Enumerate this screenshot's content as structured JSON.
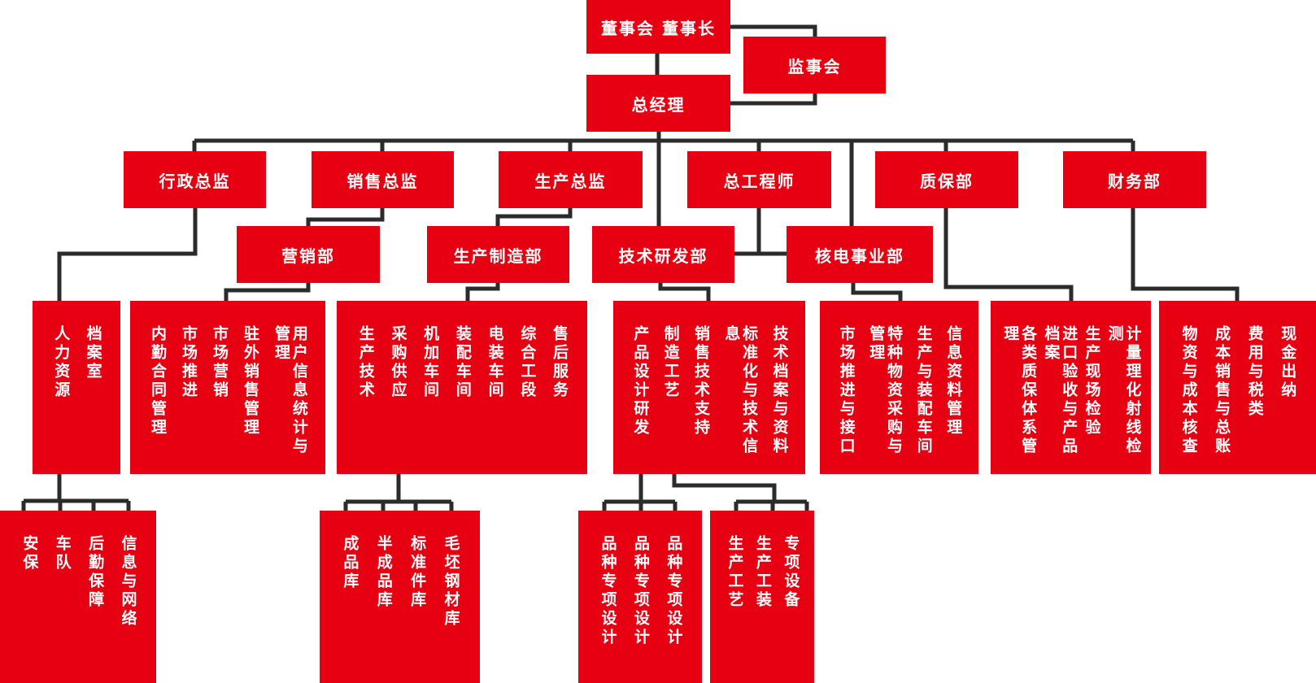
{
  "colors": {
    "box": "#e60012",
    "line": "#2b2b2b",
    "text": "#ffffff",
    "background": "#ffffff"
  },
  "nodes": {
    "board": "董事会 董事长",
    "supervisory": "监事会",
    "gm": "总经理",
    "admin": "行政总监",
    "sales": "销售总监",
    "production": "生产总监",
    "chief_engineer": "总工程师",
    "qa": "质保部",
    "finance": "财务部",
    "marketing": "营销部",
    "manufacturing": "生产制造部",
    "rnd": "技术研发部",
    "nuclear": "核电事业部"
  },
  "dept_boxes": {
    "admin_depts": {
      "columns": [
        "人力资源",
        "档案室"
      ]
    },
    "marketing_depts": {
      "columns": [
        "内勤合同管理",
        "市场推进",
        "市场营销",
        "驻外销售管理",
        "用户信息统计与管理"
      ]
    },
    "mfg_depts": {
      "columns": [
        "生产技术",
        "采购供应",
        "机加车间",
        "装配车间",
        "电装车间",
        "综合工段",
        "售后服务"
      ]
    },
    "rnd_depts": {
      "columns": [
        "产品设计研发",
        "制造工艺",
        "销售技术支持",
        "标准化与技术信息",
        "技术档案与资料"
      ]
    },
    "nuclear_depts": {
      "columns": [
        "市场推进与接口",
        "特种物资采购与管理",
        "生产与装配车间",
        "信息资料管理"
      ]
    },
    "qa_depts": {
      "columns": [
        "各类质保体系管理",
        "进口验收与产品档案",
        "生产现场检验",
        "计量理化射线检测"
      ]
    },
    "finance_depts": {
      "columns": [
        "物资与成本核查",
        "成本销售与总账",
        "费用与税类",
        "现金出纳"
      ]
    }
  },
  "sub_boxes": {
    "admin_subs": {
      "columns": [
        "安保",
        "车队",
        "后勤保障",
        "信息与网络"
      ]
    },
    "warehouse_subs": {
      "columns": [
        "成品库",
        "半成品库",
        "标准件库",
        "毛坯钢材库"
      ]
    },
    "design_subs": {
      "columns": [
        "品种专项设计",
        "品种专项设计",
        "品种专项设计"
      ]
    },
    "process_subs": {
      "columns": [
        "生产工艺",
        "生产工装",
        "专项设备"
      ]
    }
  }
}
